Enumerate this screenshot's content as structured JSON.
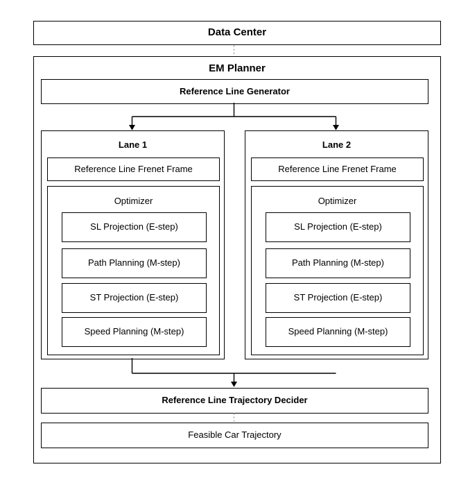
{
  "colors": {
    "line": "#000000",
    "dashed_line": "#9e9e9e",
    "border": "#000000",
    "background": "#ffffff"
  },
  "data_center": {
    "label": "Data Center"
  },
  "em_planner": {
    "title": "EM Planner",
    "reference_line_generator": {
      "label": "Reference Line Generator"
    },
    "lanes": [
      {
        "title": "Lane 1",
        "frenet_frame": {
          "label": "Reference Line Frenet Frame"
        },
        "optimizer": {
          "title": "Optimizer",
          "steps": [
            {
              "label": "SL Projection (E-step)"
            },
            {
              "label": "Path Planning (M-step)"
            },
            {
              "label": "ST Projection (E-step)"
            },
            {
              "label": "Speed Planning (M-step)"
            }
          ]
        }
      },
      {
        "title": "Lane 2",
        "frenet_frame": {
          "label": "Reference Line Frenet Frame"
        },
        "optimizer": {
          "title": "Optimizer",
          "steps": [
            {
              "label": "SL Projection (E-step)"
            },
            {
              "label": "Path Planning (M-step)"
            },
            {
              "label": "ST Projection (E-step)"
            },
            {
              "label": "Speed Planning (M-step)"
            }
          ]
        }
      }
    ],
    "trajectory_decider": {
      "label": "Reference Line Trajectory Decider"
    },
    "feasible_trajectory": {
      "label": "Feasible Car Trajectory"
    }
  }
}
